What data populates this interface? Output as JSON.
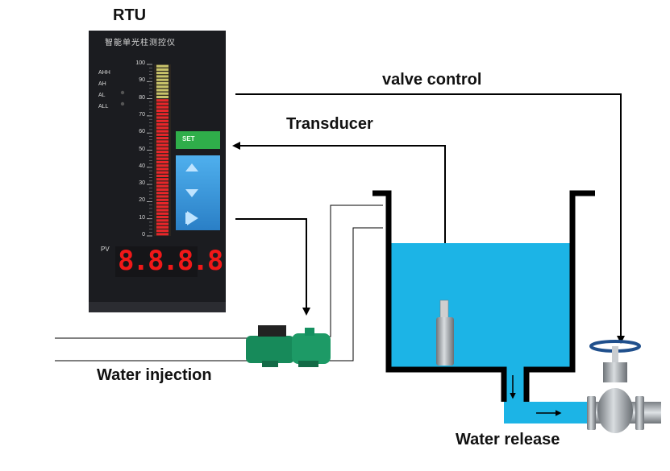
{
  "labels": {
    "rtu": "RTU",
    "valve_control": "valve control",
    "transducer": "Transducer",
    "water_injection": "Water injection",
    "water_release": "Water release"
  },
  "rtu_panel": {
    "title": "智能单光柱测控仪",
    "alarms": [
      "AHH",
      "AH",
      "AL",
      "ALL"
    ],
    "scale": [
      "100",
      "90",
      "80",
      "70",
      "60",
      "50",
      "40",
      "30",
      "20",
      "10",
      "0"
    ],
    "bar_level_percent": 80,
    "pv_label": "PV",
    "display": "8.8.8.8",
    "set_label": "SET"
  },
  "colors": {
    "water": "#1cb4e6",
    "tank_wall": "#000000",
    "pipe_outline": "#000000",
    "panel": "#1b1c20",
    "bar_red": "#e8262a",
    "bar_yellow": "#c8c36a",
    "led_red": "#f01818",
    "set_green": "#2fae4a",
    "button_blue": "#3a9be0",
    "pump_green": "#178a5a",
    "valve_steel": "#9aa0a6",
    "handwheel_blue": "#1f4f8c"
  },
  "icons": [
    "up-arrow-icon",
    "down-arrow-icon",
    "step-arrow-icon"
  ]
}
